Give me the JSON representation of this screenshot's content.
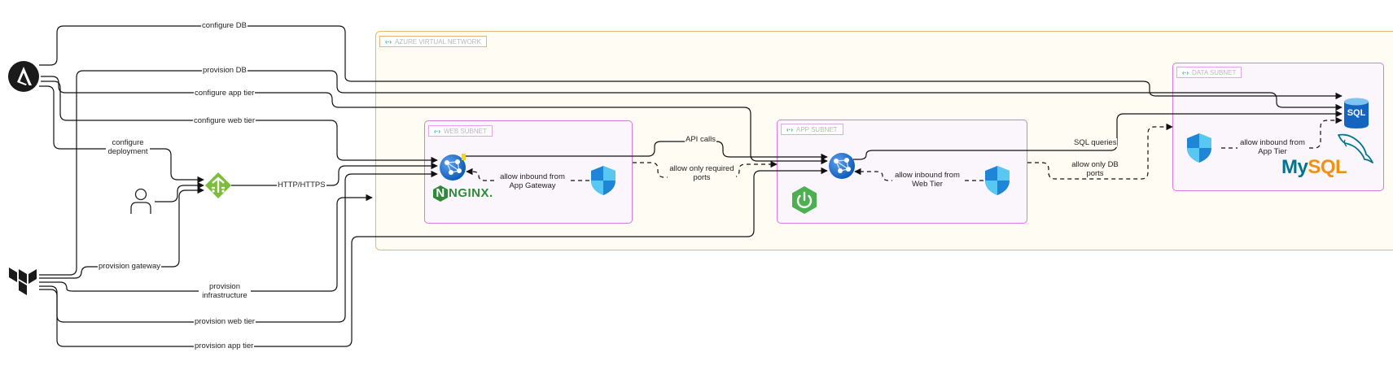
{
  "groups": {
    "vnet": "AZURE VIRTUAL NETWORK",
    "web_subnet": "WEB SUBNET",
    "app_subnet": "APP SUBNET",
    "data_subnet": "DATA SUBNET"
  },
  "edge_labels": {
    "configure_db": "configure DB",
    "provision_db": "provision DB",
    "configure_app_tier": "configure app tier",
    "configure_web_tier": "configure web tier",
    "configure_deployment": "configure deployment",
    "http_https": "HTTP/HTTPS",
    "provision_gateway": "provision gateway",
    "provision_infrastructure": "provision infrastructure",
    "provision_web_tier": "provision web tier",
    "provision_app_tier": "provision app tier",
    "api_calls": "API calls",
    "allow_only_required_ports": "allow only required ports",
    "allow_inbound_app_gateway": "allow inbound from App Gateway",
    "allow_inbound_web_tier": "allow inbound from Web Tier",
    "sql_queries": "SQL queries",
    "allow_only_db_ports": "allow only DB ports",
    "allow_inbound_app_tier": "allow inbound from App Tier"
  },
  "logos": {
    "nginx": "NGINX.",
    "mysql_my": "My",
    "mysql_sql": "SQL",
    "sql_db": "SQL",
    "ansible": "A"
  },
  "icons": [
    "ansible-icon",
    "user-icon",
    "terraform-icon",
    "app-gateway-icon",
    "vm-web-icon",
    "vm-app-icon",
    "nsg-web-icon",
    "nsg-app-icon",
    "nsg-data-icon",
    "spring-boot-icon",
    "sql-database-icon",
    "mysql-dolphin-icon"
  ],
  "colors": {
    "vnet_border": "#e6b77a",
    "vnet_fill": "#fffcf3",
    "subnet_border": "#d77ae0",
    "subnet_fill": "#fbf5fc",
    "azure_blue": "#0078d4",
    "shield_light": "#50c8f0",
    "gateway_green": "#7cbd3a",
    "spring_green": "#4caf50",
    "nginx_green": "#2f8a3a",
    "mysql_blue": "#00758f",
    "mysql_orange": "#f29111"
  }
}
